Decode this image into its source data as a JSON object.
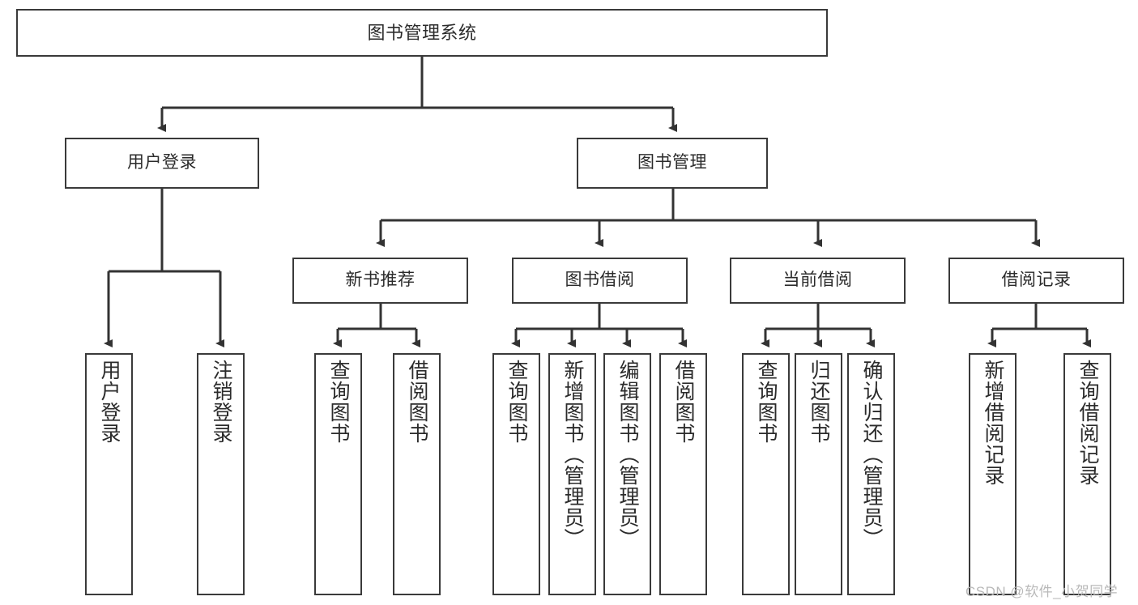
{
  "diagram": {
    "title": "图书管理系统",
    "type": "hierarchy-tree",
    "stroke_color": "#3a3a3a",
    "fill_color": "#ffffff",
    "text_color": "#2b2b2b",
    "nodes": {
      "root": {
        "label": "图书管理系统"
      },
      "level2": [
        {
          "id": "user-login",
          "label": "用户登录"
        },
        {
          "id": "book-manage",
          "label": "图书管理"
        }
      ],
      "level3": [
        {
          "id": "new-book-recommend",
          "label": "新书推荐"
        },
        {
          "id": "book-borrow",
          "label": "图书借阅"
        },
        {
          "id": "current-borrow",
          "label": "当前借阅"
        },
        {
          "id": "borrow-record",
          "label": "借阅记录"
        }
      ],
      "leaves": {
        "user_login": [
          {
            "id": "leaf-user-login",
            "label": "用户登录"
          },
          {
            "id": "leaf-logout",
            "label": "注销登录"
          }
        ],
        "new_book_recommend": [
          {
            "id": "leaf-query-book-1",
            "label": "查询图书"
          },
          {
            "id": "leaf-borrow-book-1",
            "label": "借阅图书"
          }
        ],
        "book_borrow": [
          {
            "id": "leaf-query-book-2",
            "label": "查询图书"
          },
          {
            "id": "leaf-add-book",
            "label": "新增图书（管理员）"
          },
          {
            "id": "leaf-edit-book",
            "label": "编辑图书（管理员）"
          },
          {
            "id": "leaf-borrow-book-2",
            "label": "借阅图书"
          }
        ],
        "current_borrow": [
          {
            "id": "leaf-query-book-3",
            "label": "查询图书"
          },
          {
            "id": "leaf-return-book",
            "label": "归还图书"
          },
          {
            "id": "leaf-confirm-return",
            "label": "确认归还（管理员）"
          }
        ],
        "borrow_record": [
          {
            "id": "leaf-add-record",
            "label": "新增借阅记录"
          },
          {
            "id": "leaf-query-record",
            "label": "查询借阅记录"
          }
        ]
      }
    }
  },
  "watermark": {
    "text": "CSDN @软件_小贺同学"
  }
}
